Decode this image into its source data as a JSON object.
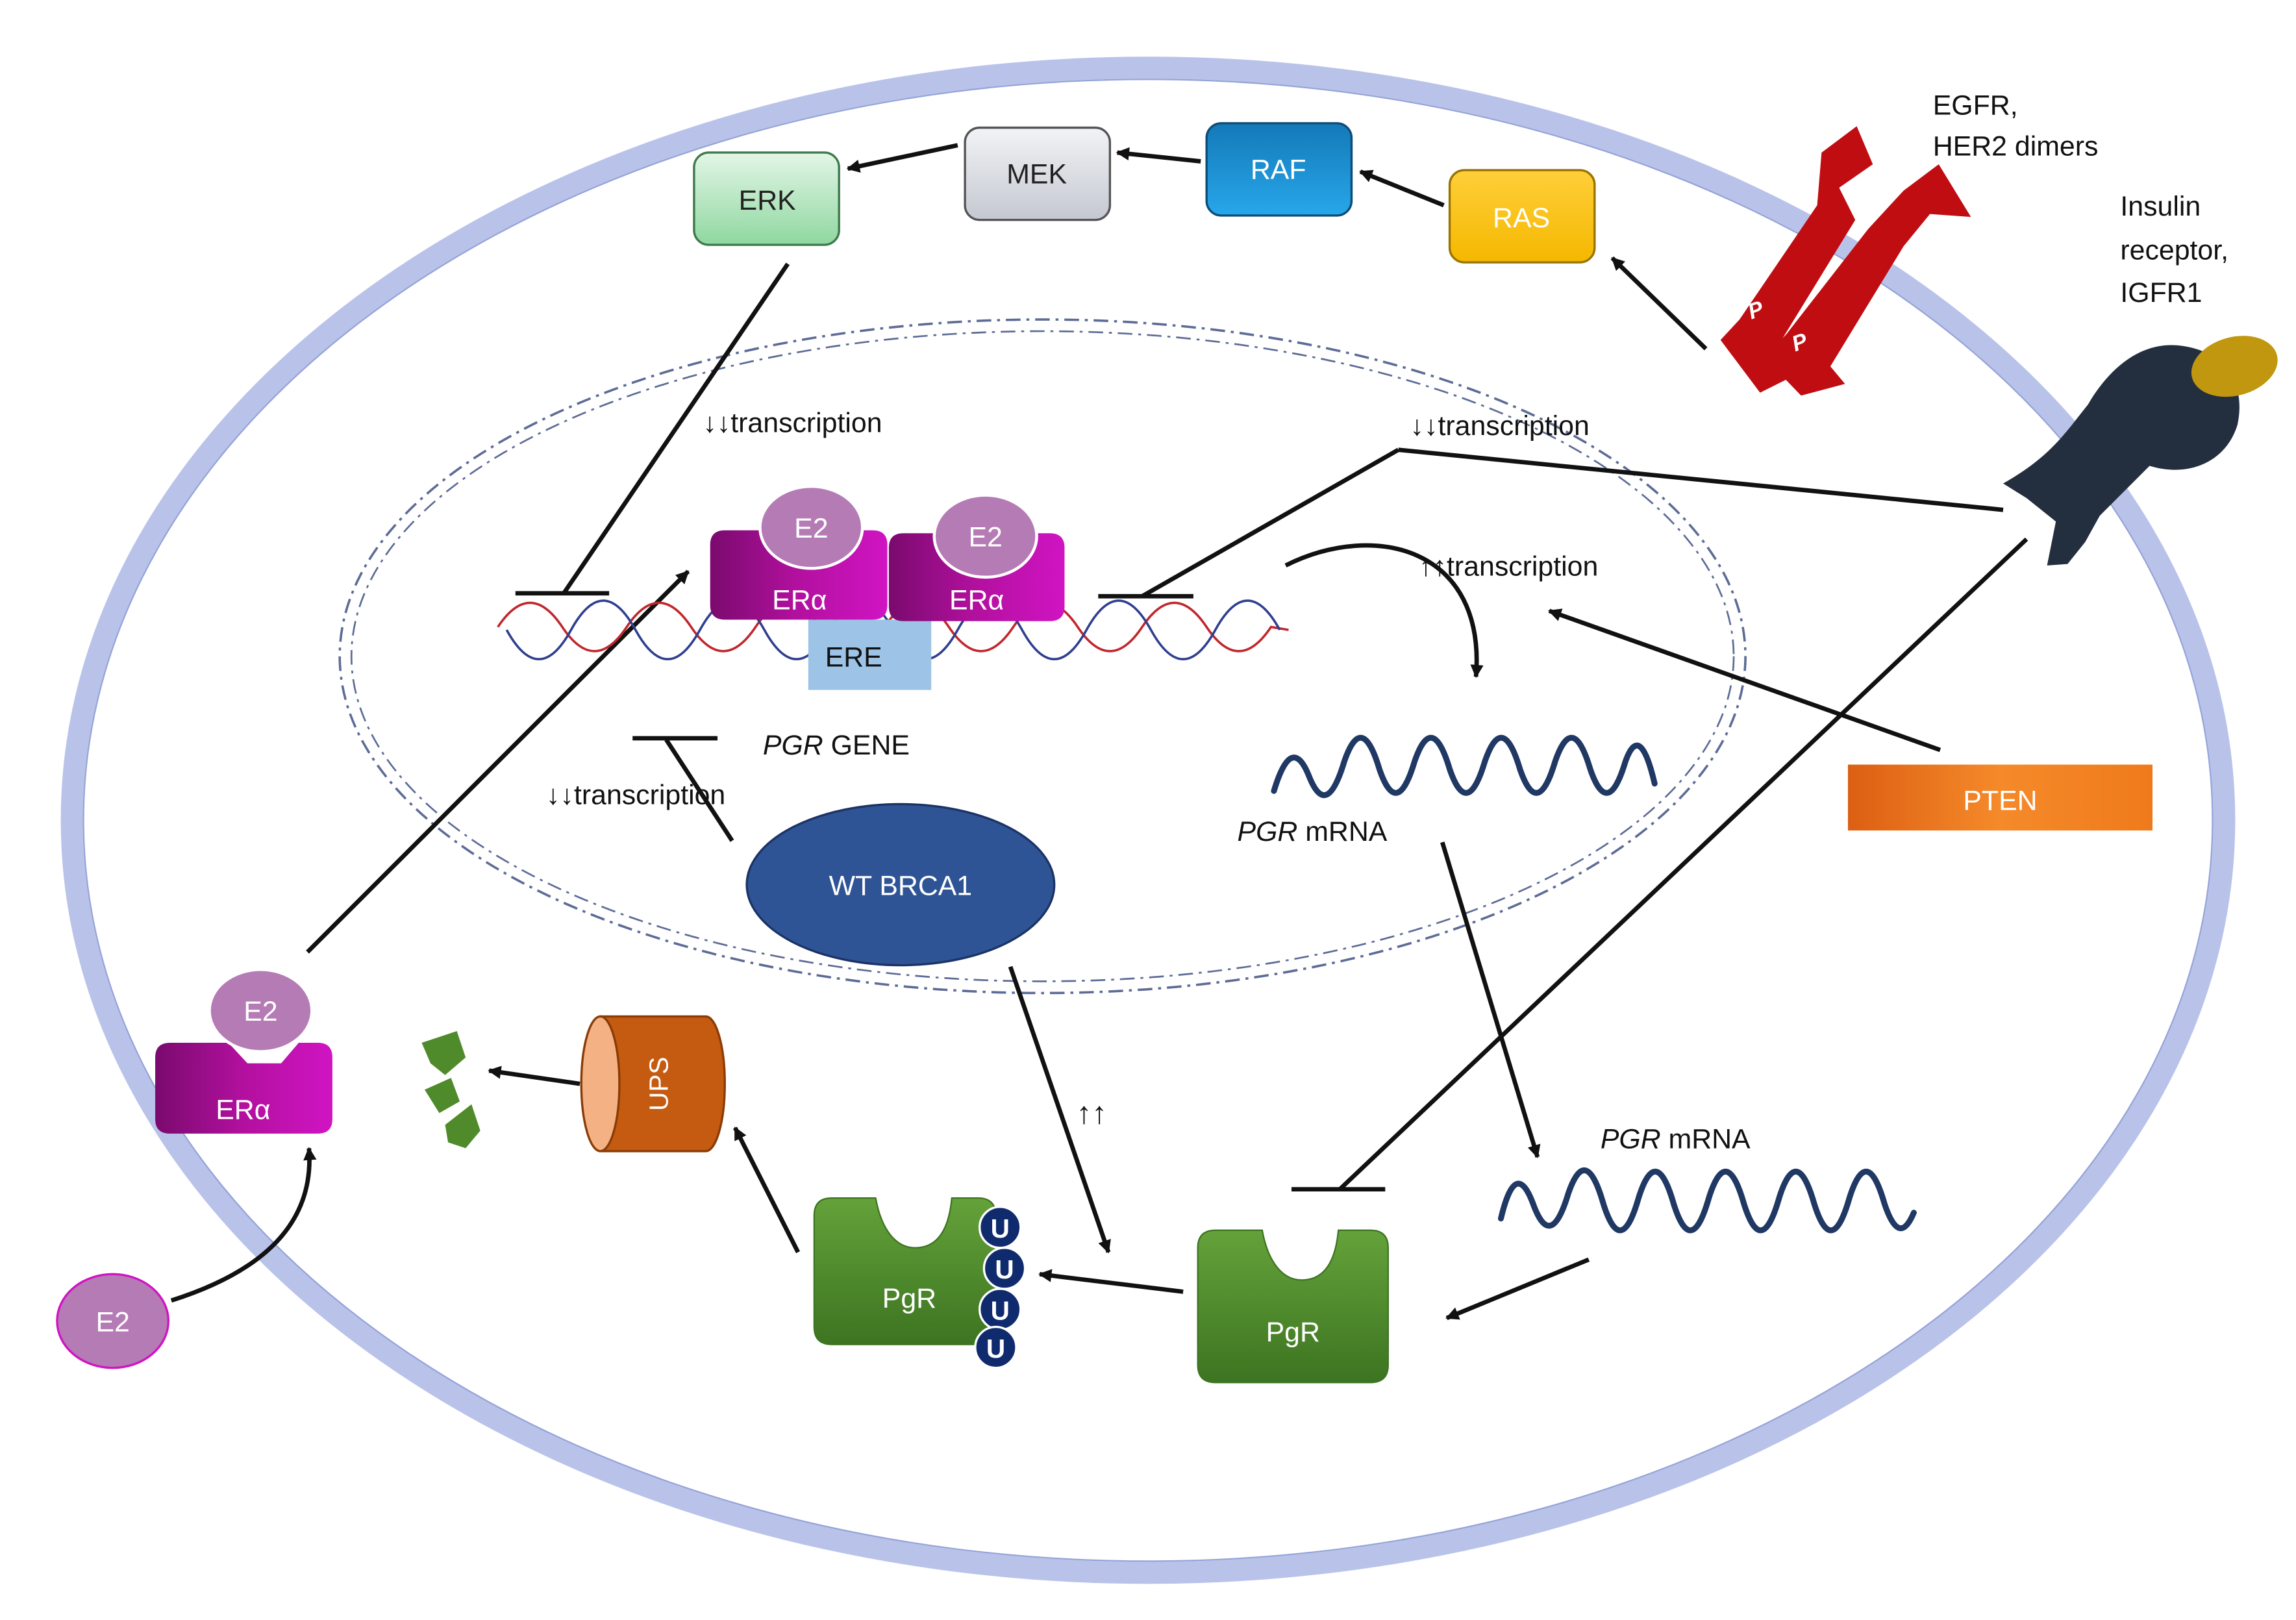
{
  "colors": {
    "membrane": "#b9c3ea",
    "membrane_edge": "#95a3d8",
    "erk": "#9fdfae",
    "mek": "#d9dbe1",
    "raf": "#1a8ed0",
    "ras": "#ffc21a",
    "egfr": "#c00d12",
    "insulin_receptor": "#232f3e",
    "insulin_ligand": "#c0970f",
    "pten": "#f27a1f",
    "era": "#b3109f",
    "e2": "#b57bb5",
    "ere": "#9dc3e6",
    "brca1": "#2f5496",
    "pgr": "#4f8a2b",
    "ubiquitin": "#102a6e",
    "ups": "#c55a11",
    "mrna": "#203864",
    "dna_red": "#c0272d",
    "dna_blue": "#2f3f8f"
  },
  "labels": {
    "egfr": "EGFR,\nHER2 dimers",
    "insulin": "Insulin\nreceptor,\nIGFR1",
    "erk": "ERK",
    "mek": "MEK",
    "raf": "RAF",
    "ras": "RAS",
    "p": "P",
    "pten": "PTEN",
    "transcription_down_1": "↓↓transcription",
    "transcription_down_2": "↓↓transcription",
    "transcription_down_3": "↓↓transcription",
    "transcription_up": "↑↑transcription",
    "e2": "E2",
    "era": "ERα",
    "ere": "ERE",
    "pgr_gene_italic": "PGR",
    "pgr_gene_rest": " GENE",
    "pgr_italic": "PGR",
    "mrna_rest": " mRNA",
    "brca1": "WT BRCA1",
    "up_arrows": "↑↑",
    "ups": "UPS",
    "pgr_protein": "PgR",
    "ubiquitin": "U"
  }
}
